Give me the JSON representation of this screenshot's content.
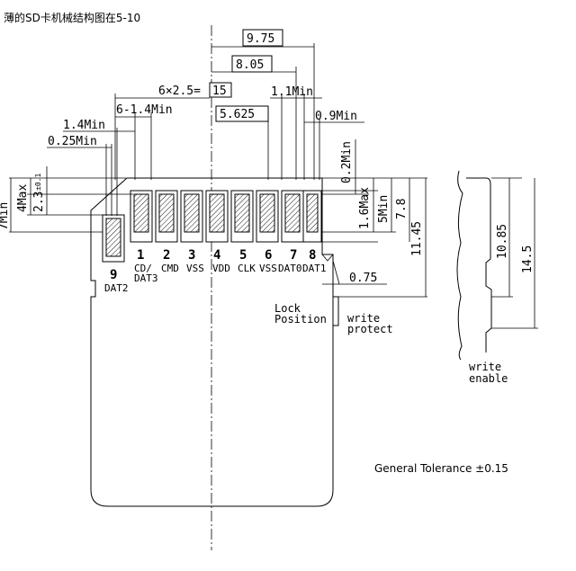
{
  "caption": "薄的SD卡机械结构图在5-10",
  "dimensions": {
    "d975": "9.75",
    "d805": "8.05",
    "d6x25": "6×2.5=",
    "d15": "15",
    "d11min": "1.1Min",
    "d6114min": "6-1.4Min",
    "d5625": "5.625",
    "d09min": "0.9Min",
    "d14min": "1.4Min",
    "d025min": "0.25Min",
    "d02min": "0.2Min",
    "d16max": "1.6Max",
    "d5min": "5Min",
    "d78": "7.8",
    "d1145": "11.45",
    "d4max": "4Max",
    "d23": "2.3",
    "d23tol": "±0.1",
    "d7min": "7Min",
    "d075": "0.75",
    "d1085": "10.85",
    "d145": "14.5"
  },
  "pins": [
    {
      "num": "1",
      "label": "CD/",
      "label2": "DAT3"
    },
    {
      "num": "2",
      "label": "CMD",
      "label2": ""
    },
    {
      "num": "3",
      "label": "VSS",
      "label2": ""
    },
    {
      "num": "4",
      "label": "VDD",
      "label2": ""
    },
    {
      "num": "5",
      "label": "CLK",
      "label2": ""
    },
    {
      "num": "6",
      "label": "VSS",
      "label2": ""
    },
    {
      "num": "7",
      "label": "DAT0",
      "label2": ""
    },
    {
      "num": "8",
      "label": "DAT1",
      "label2": ""
    },
    {
      "num": "9",
      "label": "DAT2",
      "label2": ""
    }
  ],
  "labels": {
    "lock": "Lock",
    "position": "Position",
    "write": "write",
    "protect": "protect",
    "write2": "write",
    "enable": "enable"
  },
  "tolerance": "General Tolerance ±0.15"
}
